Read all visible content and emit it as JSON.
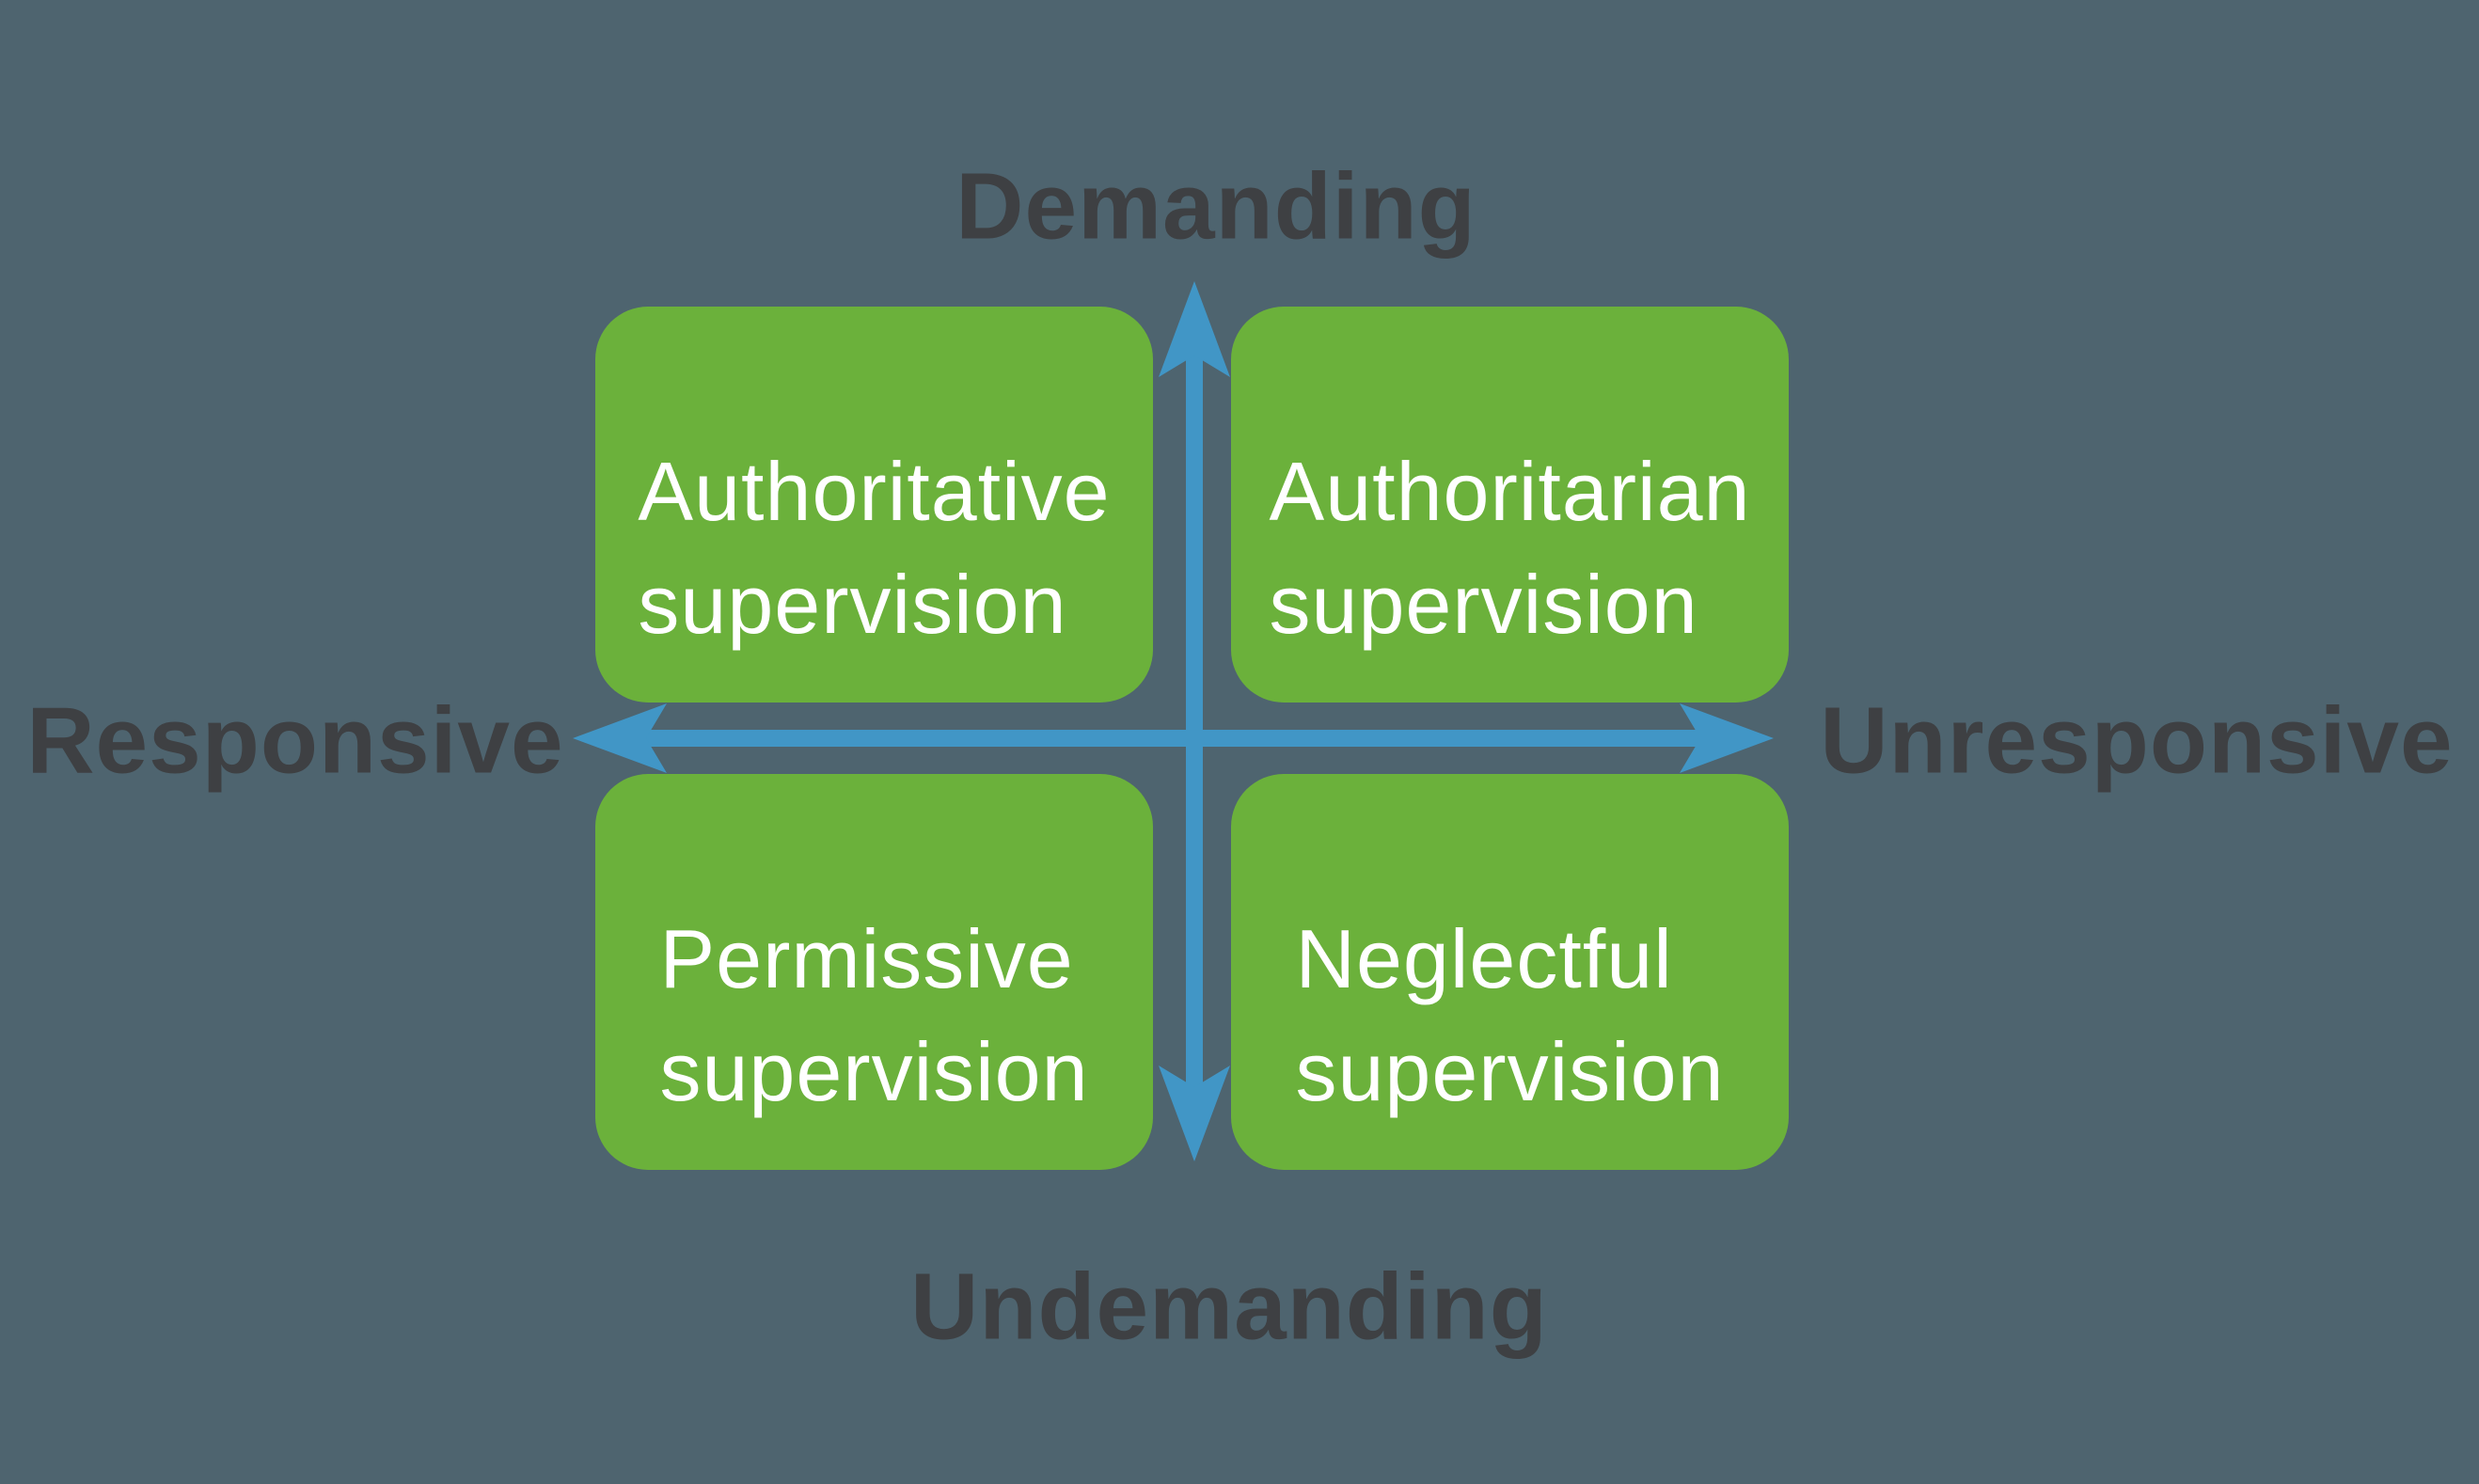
{
  "diagram": {
    "type": "quadrant-matrix",
    "axes": {
      "top": "Demanding",
      "bottom": "Undemanding",
      "left": "Responsive",
      "right": "Unresponsive"
    },
    "quadrants": [
      {
        "position": "top-left",
        "line1": "Authoritative",
        "line2": "supervision"
      },
      {
        "position": "top-right",
        "line1": "Authoritarian",
        "line2": "supervision"
      },
      {
        "position": "bottom-left",
        "line1": "Permissive",
        "line2": "supervision"
      },
      {
        "position": "bottom-right",
        "line1": "Neglectful",
        "line2": "supervision"
      }
    ]
  },
  "colors": {
    "background": "#4E646F",
    "box_green": "#6BB13B",
    "arrow_blue": "#4196C6",
    "axis_text": "#3E4043",
    "box_text": "#FFFFFF"
  }
}
